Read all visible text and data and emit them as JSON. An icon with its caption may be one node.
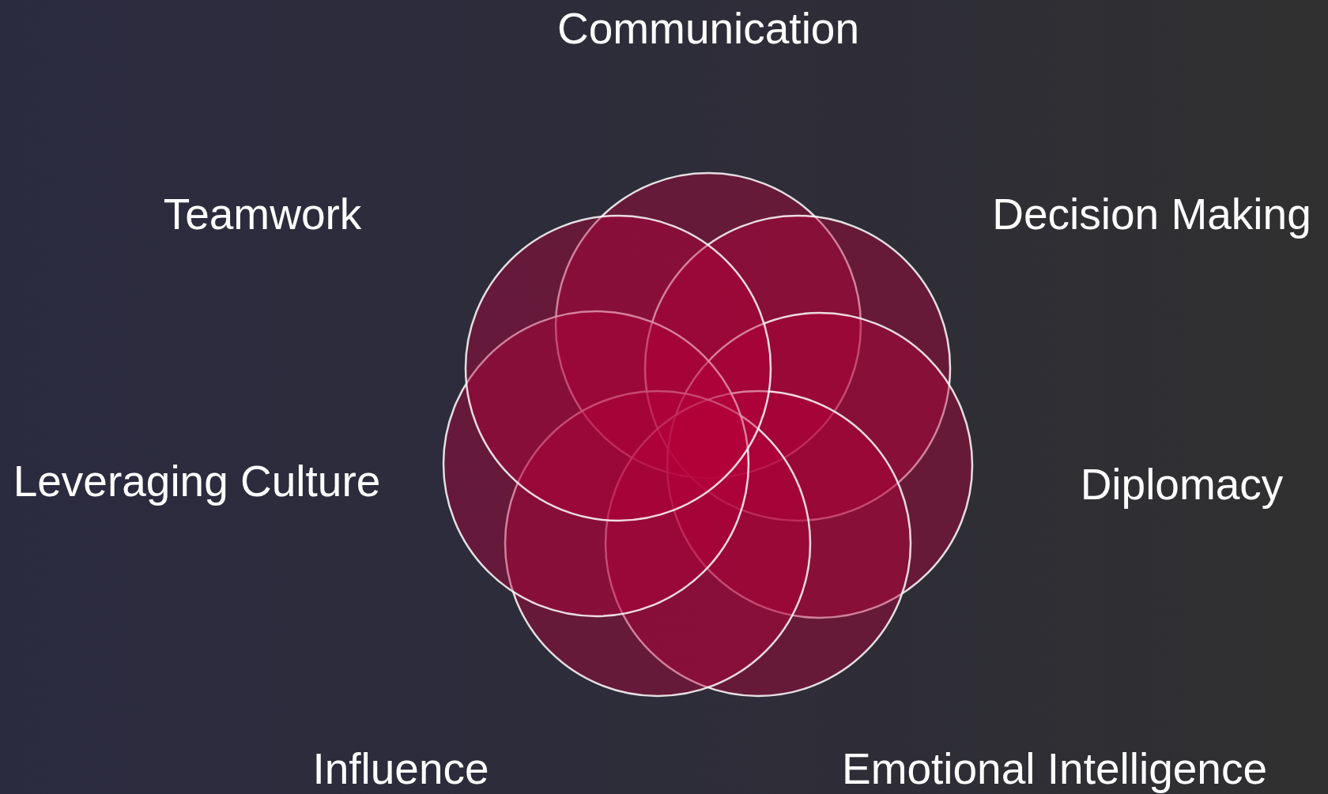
{
  "diagram": {
    "nodes": [
      {
        "text": [],
        "shape": "circle",
        "beside": [
          "Communication"
        ]
      },
      {
        "text": [],
        "shape": "circle",
        "beside": [
          "Decision Making"
        ]
      },
      {
        "text": [],
        "shape": "circle",
        "beside": [
          "Diplomacy"
        ]
      },
      {
        "text": [],
        "shape": "circle",
        "beside": [
          "Emotional Intelligence"
        ]
      },
      {
        "text": [],
        "shape": "circle",
        "beside": [
          "Influence"
        ]
      },
      {
        "text": [],
        "shape": "circle",
        "beside": [
          "Leveraging Culture"
        ]
      },
      {
        "text": [],
        "shape": "circle",
        "beside": [
          "Teamwork"
        ]
      }
    ]
  }
}
